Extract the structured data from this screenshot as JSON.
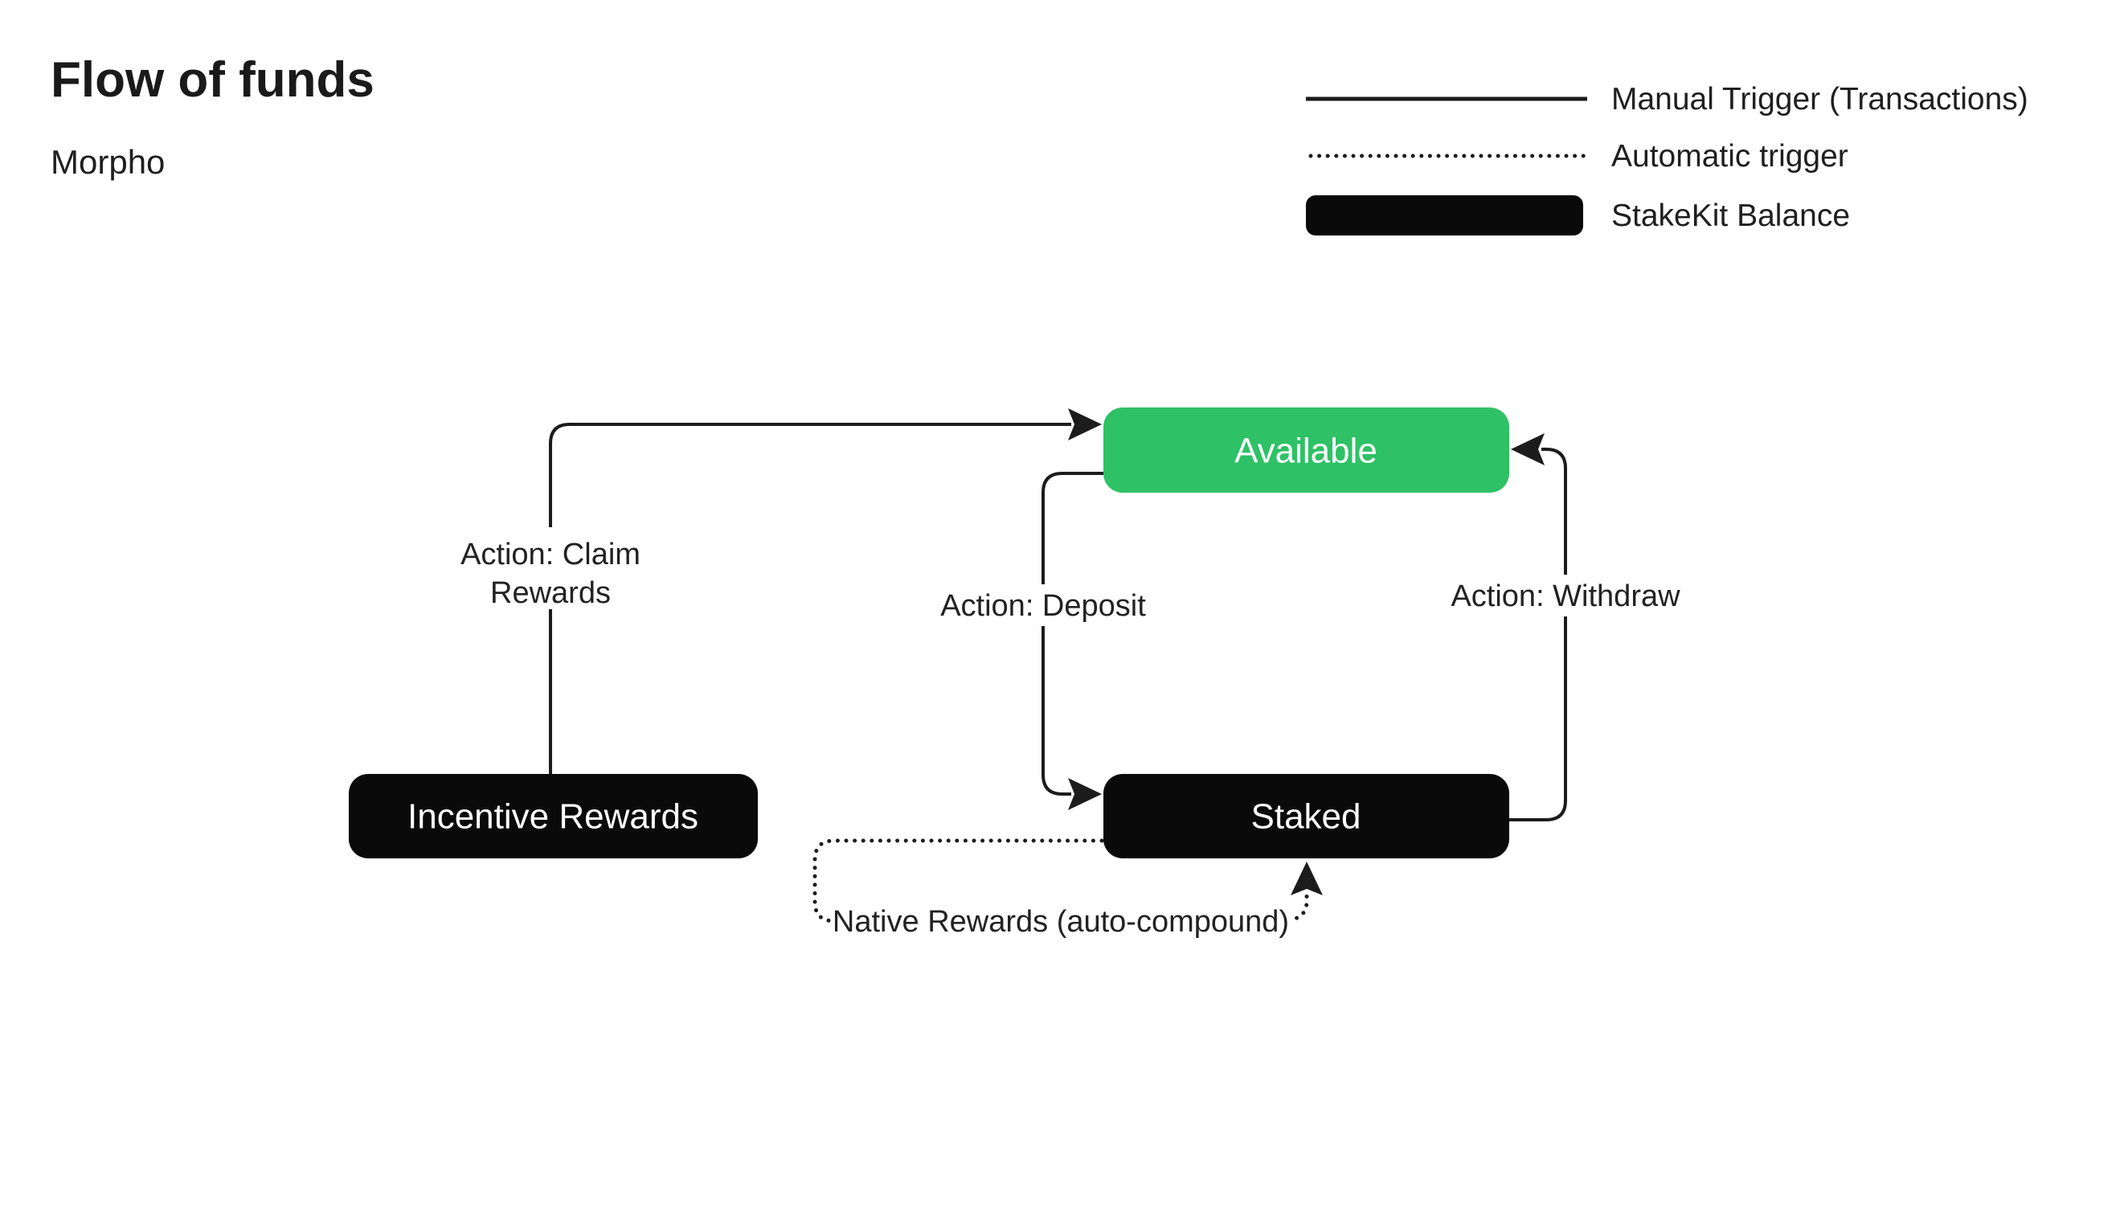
{
  "header": {
    "title": "Flow of funds",
    "subtitle": "Morpho"
  },
  "legend": {
    "items": [
      {
        "sample": "solid-line",
        "label": "Manual Trigger (Transactions)"
      },
      {
        "sample": "dotted-line",
        "label": "Automatic trigger"
      },
      {
        "sample": "filled-box",
        "label": "StakeKit Balance"
      }
    ]
  },
  "nodes": {
    "available": {
      "label": "Available",
      "type": "available-balance"
    },
    "incentive": {
      "label": "Incentive Rewards",
      "type": "stakekit-balance"
    },
    "staked": {
      "label": "Staked",
      "type": "stakekit-balance"
    }
  },
  "edges": {
    "claim": {
      "label_line1": "Action: Claim",
      "label_line2": "Rewards",
      "from": "Incentive Rewards",
      "to": "Available",
      "trigger": "manual"
    },
    "deposit": {
      "label": "Action: Deposit",
      "from": "Available",
      "to": "Staked",
      "trigger": "manual"
    },
    "withdraw": {
      "label": "Action: Withdraw",
      "from": "Staked",
      "to": "Available",
      "trigger": "manual"
    },
    "native": {
      "label": "Native Rewards (auto-compound)",
      "from": "Staked",
      "to": "Staked",
      "trigger": "automatic"
    }
  },
  "colors": {
    "available_green": "#2EC166",
    "node_black": "#0a0a0a",
    "line_dark": "#1c1c1c",
    "white": "#ffffff"
  }
}
